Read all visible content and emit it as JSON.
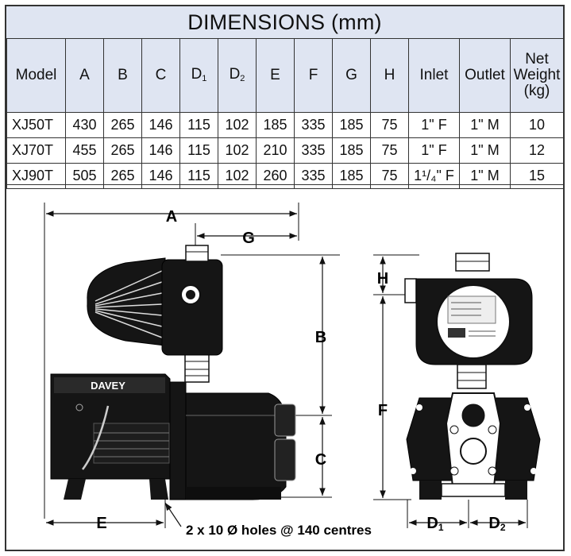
{
  "title": "DIMENSIONS (mm)",
  "table": {
    "headers": [
      {
        "main": "Model",
        "sub": ""
      },
      {
        "main": "A",
        "sub": ""
      },
      {
        "main": "B",
        "sub": ""
      },
      {
        "main": "C",
        "sub": ""
      },
      {
        "main": "D",
        "sub": "1"
      },
      {
        "main": "D",
        "sub": "2"
      },
      {
        "main": "E",
        "sub": ""
      },
      {
        "main": "F",
        "sub": ""
      },
      {
        "main": "G",
        "sub": ""
      },
      {
        "main": "H",
        "sub": ""
      },
      {
        "main": "Inlet",
        "sub": ""
      },
      {
        "main": "Outlet",
        "sub": ""
      },
      {
        "main": "Net Weight (kg)",
        "sub": ""
      }
    ],
    "rows": [
      [
        "XJ50T",
        "430",
        "265",
        "146",
        "115",
        "102",
        "185",
        "335",
        "185",
        "75",
        "1\" F",
        "1\" M",
        "10"
      ],
      [
        "XJ70T",
        "455",
        "265",
        "146",
        "115",
        "102",
        "210",
        "335",
        "185",
        "75",
        "1\" F",
        "1\" M",
        "12"
      ],
      [
        "XJ90T",
        "505",
        "265",
        "146",
        "115",
        "102",
        "260",
        "335",
        "185",
        "75",
        "1¹/₄\" F",
        "1\" M",
        "15"
      ]
    ]
  },
  "drawing": {
    "labels": {
      "A": "A",
      "G": "G",
      "B": "B",
      "C": "C",
      "E": "E",
      "H": "H",
      "F": "F",
      "D1": "D",
      "D1_sub": "1",
      "D2": "D",
      "D2_sub": "2"
    },
    "brand": "DAVEY",
    "hole_note": "2 x 10 Ø holes @ 140 centres",
    "colors": {
      "header_bg": "#dfe5f2",
      "ink": "#111111",
      "pump_body": "#151515"
    }
  }
}
